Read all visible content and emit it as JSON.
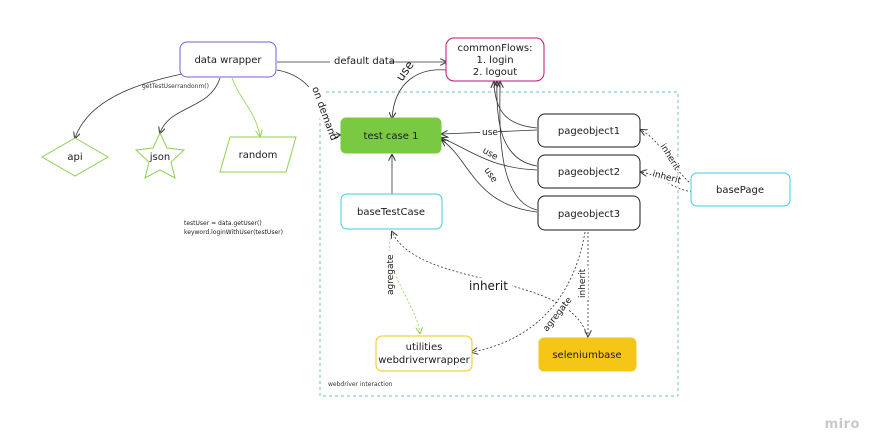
{
  "nodes": {
    "data_wrapper": "data wrapper",
    "common_flows": {
      "title": "commonFlows:",
      "item1": "1. login",
      "item2": "2. logout"
    },
    "test_case": "test case 1",
    "pageobject1": "pageobject1",
    "pageobject2": "pageobject2",
    "pageobject3": "pageobject3",
    "base_page": "basePage",
    "base_test_case": "baseTestCase",
    "utilities": {
      "line1": "utilities",
      "line2": "webdriverwrapper"
    },
    "selenium_base": "seleniumbase",
    "api": "api",
    "json": "json",
    "random": "random"
  },
  "edges": {
    "default_data": "default data",
    "on_demand": "on demand",
    "use_big": "use",
    "use1": "use",
    "use2": "use",
    "use3": "use",
    "inherit1": "inherit",
    "inherit2": "inherit",
    "inherit_big": "inherit",
    "inherit_vertical": "inherit",
    "agregate1": "agregate",
    "agregate2": "agregate",
    "get_random": "getTestUserrandonm()"
  },
  "notes": {
    "line1": "testUser = data.getUser()",
    "line2": "keyword.loginWithUser(testUser)"
  },
  "frame_label": "webdriver interaction",
  "watermark": "miro",
  "colors": {
    "purple": "#7b5bd6",
    "magenta": "#c0127a",
    "green_fill": "#7ac943",
    "green_outline": "#8fd14f",
    "teal": "#3ecfd8",
    "yellow": "#f5c518",
    "dark": "#1a1a1a",
    "frame": "#6ec6b8"
  }
}
